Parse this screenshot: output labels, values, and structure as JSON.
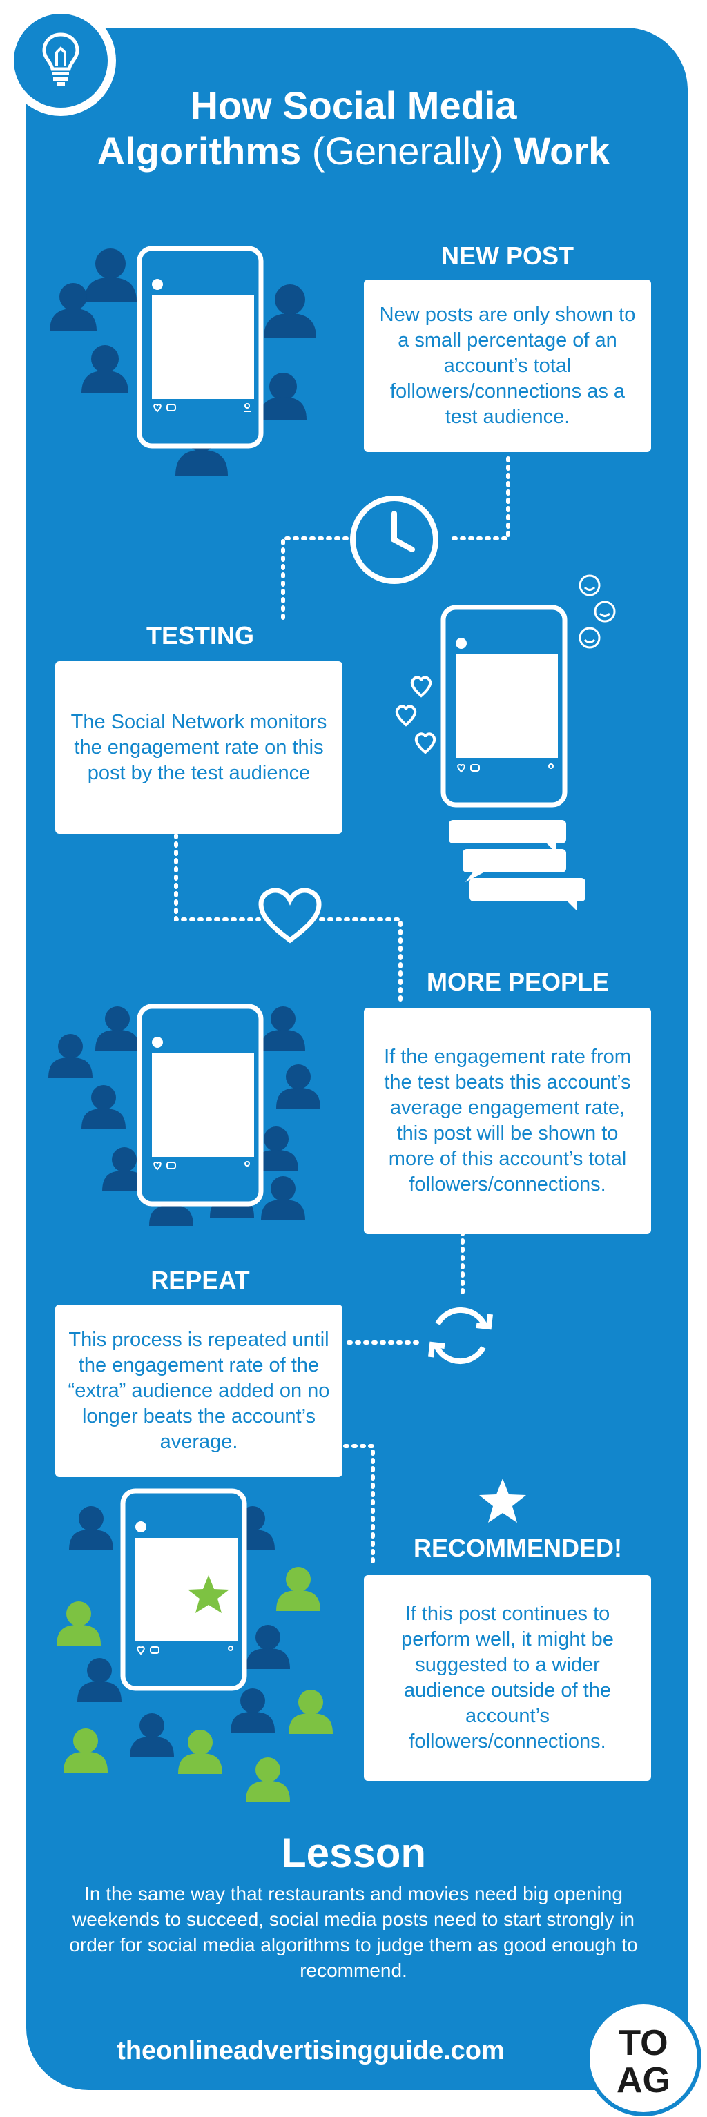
{
  "header": {
    "title_line1": "How Social Media",
    "title_line2_bold1": "Algorithms",
    "title_line2_light": "(Generally)",
    "title_line2_bold2": "Work"
  },
  "steps": {
    "new_post": {
      "heading": "NEW POST",
      "text": "New posts are only shown to a small percentage of an account’s total followers/connections as a test audience."
    },
    "testing": {
      "heading": "TESTING",
      "text": "The Social Network monitors the engagement rate on this post by the test audience"
    },
    "more_people": {
      "heading": "MORE PEOPLE",
      "text": "If the engagement rate from the test beats this account’s average engagement rate, this post will be shown to more of this account’s total followers/connections."
    },
    "repeat": {
      "heading": "REPEAT",
      "text": "This process is repeated until the engagement rate of the “extra” audience added on no longer beats the account’s average."
    },
    "recommended": {
      "heading": "RECOMMENDED!",
      "text": "If this post continues to perform well, it might be suggested to a wider audience outside of the account’s followers/connections."
    }
  },
  "lesson": {
    "title": "Lesson",
    "text": "In the same way that restaurants and movies need big opening weekends to succeed,  social media posts need to start strongly in order for social media algorithms to judge them as good enough to recommend."
  },
  "footer": {
    "url": "theonlineadvertisingguide.com",
    "logo_line1": "TO",
    "logo_line2": "AG"
  },
  "colors": {
    "background": "#1286cc",
    "dark_person": "#0d4f8b",
    "green_person": "#7dc242",
    "white": "#ffffff"
  },
  "icons": [
    "lightbulb-icon",
    "clock-icon",
    "heart-icon",
    "refresh-icon",
    "star-icon",
    "smiley-icon",
    "chat-bubble-icon",
    "person-icon"
  ]
}
